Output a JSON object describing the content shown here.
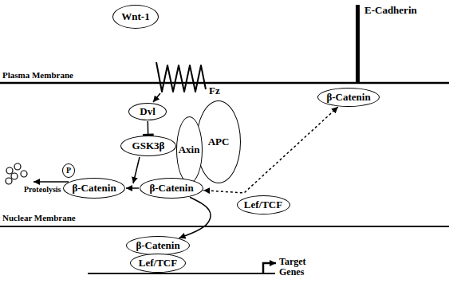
{
  "diagram": {
    "nodes": [
      {
        "text": [
          "Wnt-1"
        ]
      },
      {
        "text": [
          "Dvl"
        ]
      },
      {
        "text": [
          "β-Catenin"
        ]
      },
      {
        "text": [
          "GSK3β"
        ]
      },
      {
        "text": [
          "Axin"
        ]
      },
      {
        "text": [
          "APC"
        ]
      },
      {
        "text": [
          "P"
        ]
      },
      {
        "text": [
          "β-Catenin"
        ]
      },
      {
        "text": [
          "β-Catenin"
        ]
      },
      {
        "text": [
          "Lef/TCF"
        ]
      },
      {
        "text": [
          "β-Catenin"
        ]
      },
      {
        "text": [
          "Lef/TCF"
        ]
      }
    ],
    "edges": [
      {
        "from": 1,
        "to": 3,
        "arrow": "to"
      },
      {
        "from": 8,
        "to": 7,
        "arrow": "to"
      },
      {
        "from": 2,
        "to": 8,
        "arrow": "both"
      },
      {
        "from": 8,
        "to": 10,
        "arrow": "to"
      }
    ],
    "labels": [
      "Plasma Membrane",
      "Fz",
      "E-Cadherin",
      "Proteolysis",
      "Nuclear Membrane",
      "Target Genes"
    ]
  }
}
